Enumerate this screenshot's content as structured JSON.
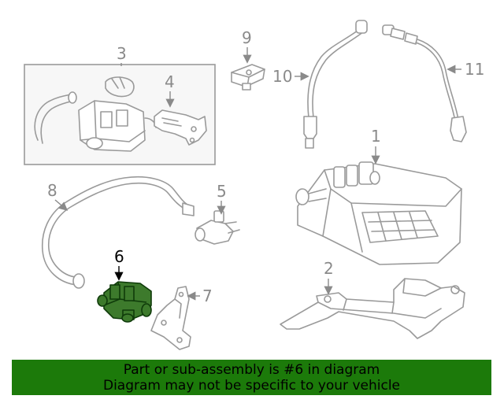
{
  "diagram": {
    "highlighted_part": "6",
    "highlight_color": "#3d7a2c",
    "callouts": {
      "c1": "1",
      "c2": "2",
      "c3": "3",
      "c4": "4",
      "c5": "5",
      "c6": "6",
      "c7": "7",
      "c8": "8",
      "c9": "9",
      "c10": "10",
      "c11": "11"
    }
  },
  "banner": {
    "line1": "Part or sub-assembly is #6 in diagram",
    "line2": "Diagram may not be specific to your vehicle",
    "color": "#1c7a0a"
  }
}
